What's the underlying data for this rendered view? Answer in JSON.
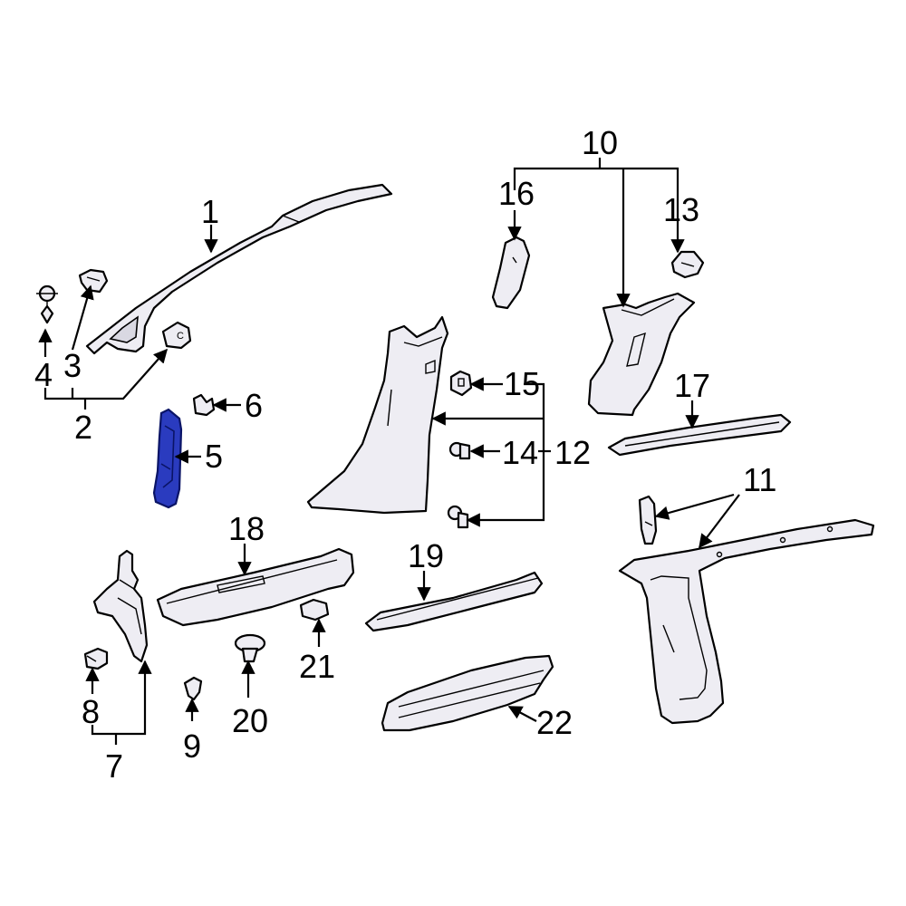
{
  "diagram": {
    "highlight_color": "#2a3bbf",
    "part_fill": "#eeedf3",
    "labels": {
      "n1": "1",
      "n2": "2",
      "n3": "3",
      "n4": "4",
      "n5": "5",
      "n6": "6",
      "n7": "7",
      "n8": "8",
      "n9": "9",
      "n10": "10",
      "n11": "11",
      "n12": "12",
      "n13": "13",
      "n14": "14",
      "n15": "15",
      "n16": "16",
      "n17": "17",
      "n18": "18",
      "n19": "19",
      "n20": "20",
      "n21": "21",
      "n22": "22"
    },
    "highlighted_part": "5"
  }
}
